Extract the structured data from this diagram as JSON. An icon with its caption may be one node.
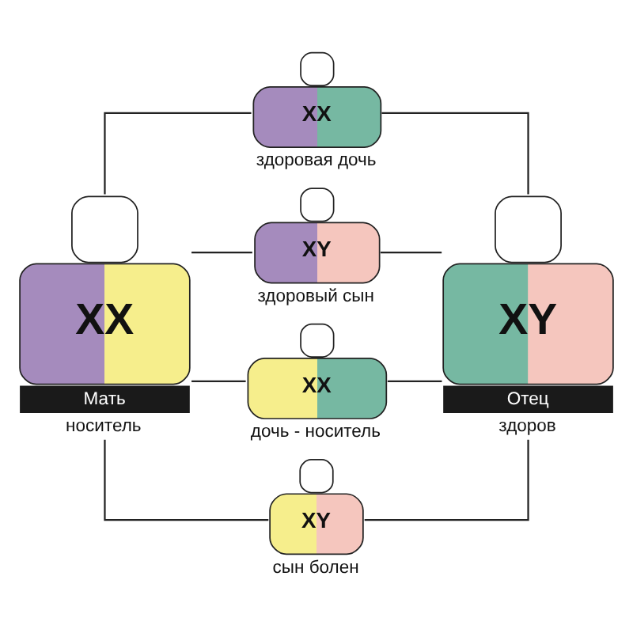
{
  "diagram": {
    "nodes": [
      {
        "text": [
          "XX"
        ],
        "beside": [
          "здоровая дочь"
        ]
      },
      {
        "text": [
          "XX",
          "Мать"
        ],
        "beside": [
          "носитель"
        ]
      },
      {
        "text": [
          "XY"
        ],
        "beside": [
          "здоровый сын"
        ]
      },
      {
        "text": [
          "XY",
          "Отец"
        ],
        "beside": [
          "здоров"
        ]
      },
      {
        "text": [
          "XX"
        ],
        "beside": [
          "дочь - носитель"
        ]
      },
      {
        "text": [
          "XY"
        ],
        "beside": [
          "сын болен"
        ]
      }
    ],
    "edges": [
      {
        "from": 1,
        "to": 0,
        "arrow": "none"
      },
      {
        "from": 0,
        "to": 3,
        "arrow": "none"
      },
      {
        "from": 1,
        "to": 2,
        "arrow": "none"
      },
      {
        "from": 2,
        "to": 3,
        "arrow": "none"
      },
      {
        "from": 1,
        "to": 4,
        "arrow": "none"
      },
      {
        "from": 4,
        "to": 3,
        "arrow": "none"
      },
      {
        "from": 1,
        "to": 5,
        "arrow": "none"
      },
      {
        "from": 5,
        "to": 3,
        "arrow": "none"
      }
    ]
  }
}
